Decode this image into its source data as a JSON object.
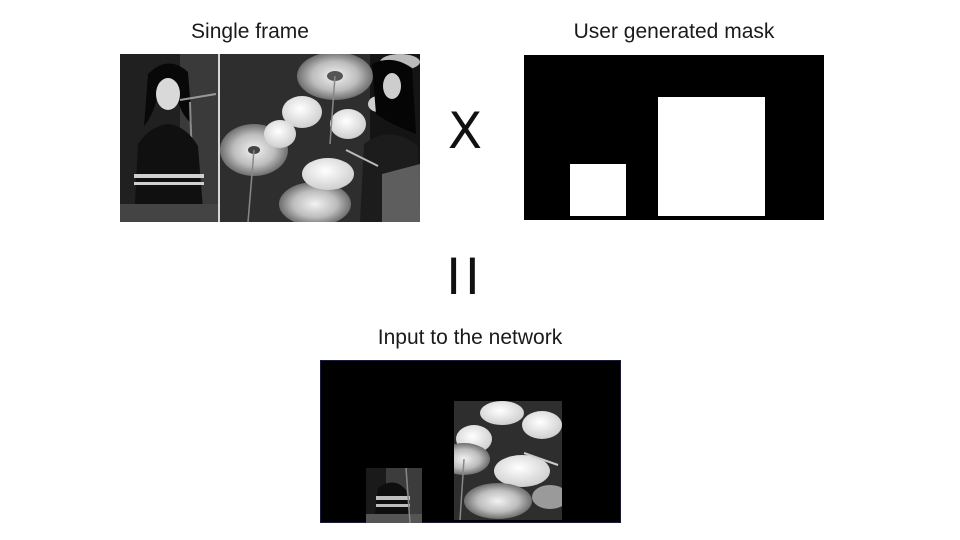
{
  "labels": {
    "frame": "Single frame",
    "mask": "User generated mask",
    "output": "Input to the network"
  },
  "operators": {
    "multiply": "X",
    "equals": "II"
  },
  "colors": {
    "background": "#ffffff",
    "mask_background": "#000000",
    "mask_region": "#ffffff",
    "photo_tone": "grayscale"
  }
}
